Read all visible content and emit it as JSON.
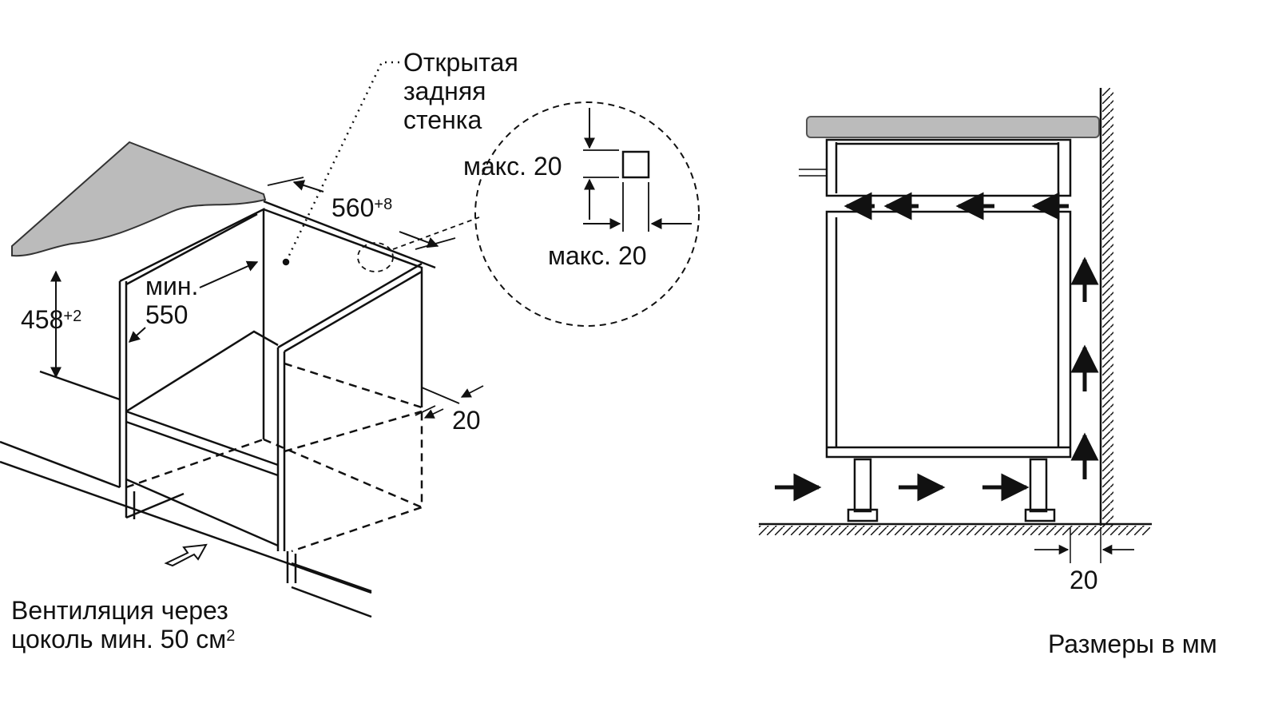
{
  "left_diagram": {
    "open_back_label": [
      "Открытая",
      "задняя",
      "стенка"
    ],
    "max_gap_top": "макс. 20",
    "max_gap_side": "макс. 20",
    "width": {
      "value": "560",
      "tolerance": "+8"
    },
    "depth_min": {
      "line1": "мин.",
      "line2": "550"
    },
    "height": {
      "value": "458",
      "tolerance": "+2"
    },
    "side_gap": "20",
    "ventilation": {
      "line1": "Вентиляция через",
      "line2": "цоколь мин. 50 см",
      "sup": "2"
    }
  },
  "right_diagram": {
    "wall_gap": "20",
    "units_note": "Размеры в мм"
  }
}
